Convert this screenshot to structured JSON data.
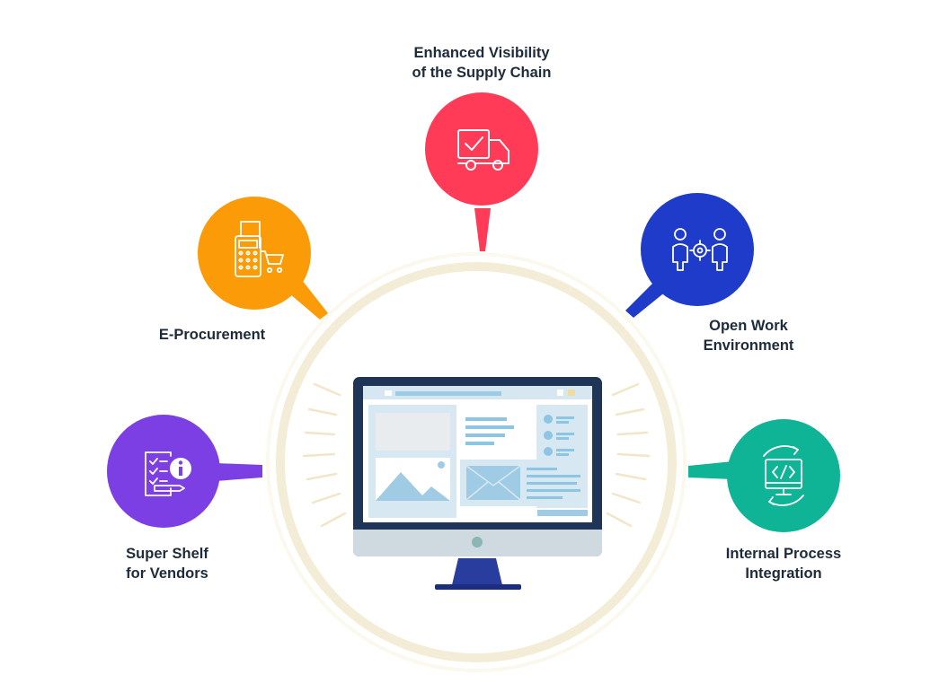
{
  "nodes": [
    {
      "id": "supply-chain",
      "lines": [
        "Enhanced Visibility",
        "of the Supply Chain"
      ],
      "color": "#ff3b57",
      "icon": "truck-check-icon"
    },
    {
      "id": "e-procurement",
      "lines": [
        "E-Procurement"
      ],
      "color": "#fb9b07",
      "icon": "pos-terminal-cart-icon"
    },
    {
      "id": "open-work",
      "lines": [
        "Open Work",
        "Environment"
      ],
      "color": "#1f3bc9",
      "icon": "people-gear-icon"
    },
    {
      "id": "super-shelf",
      "lines": [
        "Super Shelf",
        "for Vendors"
      ],
      "color": "#7b3fe4",
      "icon": "checklist-info-icon"
    },
    {
      "id": "internal-process",
      "lines": [
        "Internal Process",
        "Integration"
      ],
      "color": "#0fb396",
      "icon": "monitor-code-icon"
    }
  ],
  "center": {
    "icon": "desktop-monitor-icon",
    "ring_color": "#f3ecd6",
    "screen_color": "#1f3558"
  }
}
